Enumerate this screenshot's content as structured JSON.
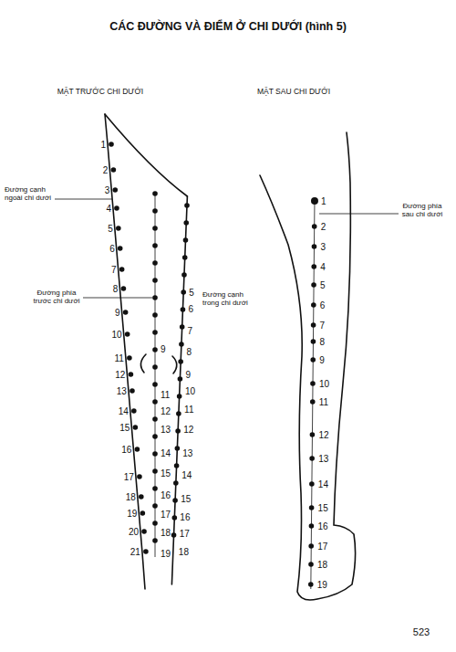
{
  "diagram": {
    "title": "CÁC ĐƯỜNG VÀ ĐIỂM Ở CHI DƯỚI (hình 5)",
    "labels": [
      "MẶT TRƯỚC CHI DƯỚI",
      "MẶT SAU CHI DƯỚI",
      "Đường cạnh ngoài chi dưới",
      "Đường phía trước chi dưới",
      "Đường cạnh trong chi dưới",
      "Đường phía sau chi dưới",
      "1",
      "2",
      "3",
      "4",
      "5",
      "6",
      "7",
      "8",
      "9",
      "10",
      "11",
      "12",
      "13",
      "14",
      "15",
      "16",
      "17",
      "18",
      "19",
      "20",
      "21",
      "9",
      "11",
      "12",
      "13",
      "14",
      "15",
      "16",
      "17",
      "18",
      "19",
      "5",
      "6",
      "7",
      "8",
      "9",
      "10",
      "11",
      "12",
      "13",
      "14",
      "15",
      "16",
      "17",
      "18",
      "1",
      "2",
      "3",
      "4",
      "5",
      "6",
      "7",
      "8",
      "9",
      "10",
      "11",
      "12",
      "13",
      "14",
      "15",
      "16",
      "17",
      "18",
      "19",
      "523"
    ]
  }
}
